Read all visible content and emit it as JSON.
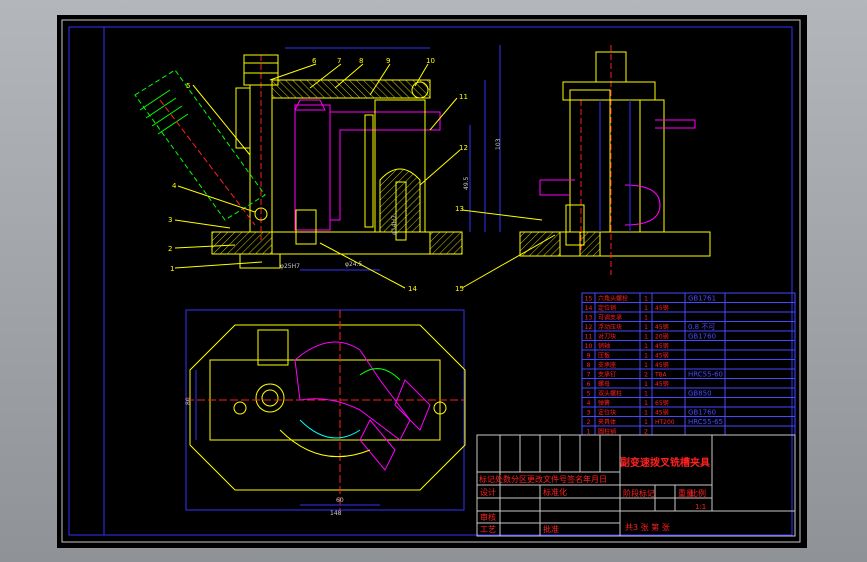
{
  "drawing": {
    "title": "副变速拨叉铣槽夹具",
    "part_callouts": [
      "1",
      "2",
      "3",
      "4",
      "5",
      "6",
      "7",
      "8",
      "9",
      "10",
      "11",
      "12",
      "13",
      "14",
      "15"
    ],
    "bom_rows": [
      {
        "no": "15",
        "name": "六角头螺栓",
        "qty": "1",
        "material": "",
        "std": "GB1761"
      },
      {
        "no": "14",
        "name": "定位销",
        "qty": "1",
        "material": "45钢",
        "std": ""
      },
      {
        "no": "13",
        "name": "可调支承",
        "qty": "1",
        "material": "",
        "std": ""
      },
      {
        "no": "12",
        "name": "浮动压块",
        "qty": "1",
        "material": "45钢",
        "std": "0.8 不可"
      },
      {
        "no": "11",
        "name": "对刀块",
        "qty": "1",
        "material": "20钢",
        "std": "GB1760"
      },
      {
        "no": "10",
        "name": "销轴",
        "qty": "1",
        "material": "45钢",
        "std": ""
      },
      {
        "no": "9",
        "name": "压板",
        "qty": "1",
        "material": "45钢",
        "std": ""
      },
      {
        "no": "8",
        "name": "支承座",
        "qty": "1",
        "material": "45钢",
        "std": ""
      },
      {
        "no": "7",
        "name": "支承钉",
        "qty": "2",
        "material": "T8A",
        "std": "HRC55-60"
      },
      {
        "no": "6",
        "name": "螺母",
        "qty": "1",
        "material": "45钢",
        "std": ""
      },
      {
        "no": "5",
        "name": "双头螺柱",
        "qty": "1",
        "material": "",
        "std": "GB850"
      },
      {
        "no": "4",
        "name": "弹簧",
        "qty": "1",
        "material": "65钢",
        "std": ""
      },
      {
        "no": "3",
        "name": "定位块",
        "qty": "1",
        "material": "45钢",
        "std": "GB1760"
      },
      {
        "no": "2",
        "name": "夹具体",
        "qty": "1",
        "material": "HT200",
        "std": "HRC55-65"
      },
      {
        "no": "1",
        "name": "圆柱销",
        "qty": "2",
        "material": "",
        "std": ""
      }
    ],
    "title_block": {
      "rev_header": "标记处数分区更改文件号签名年月日",
      "design": "设计",
      "standardize": "标准化",
      "review": "审核",
      "process": "工艺",
      "approve": "批准",
      "stage_mark": "阶段标记",
      "weight": "重量",
      "scale": "比例",
      "scale_value": "1:1",
      "sheets": "共3 张 第 张"
    },
    "dimensions": [
      "φ24.5",
      "49.5",
      "103",
      "φ25H7",
      "φ14H7",
      "80",
      "148",
      "60"
    ],
    "colors": {
      "frame": "#c8c8c8",
      "outline": "#ffff00",
      "cyan": "#00ffff",
      "blue": "#3232ff",
      "magenta": "#ff00ff",
      "red": "#ff2020",
      "green": "#00ff00",
      "table": "#4848ff"
    }
  }
}
